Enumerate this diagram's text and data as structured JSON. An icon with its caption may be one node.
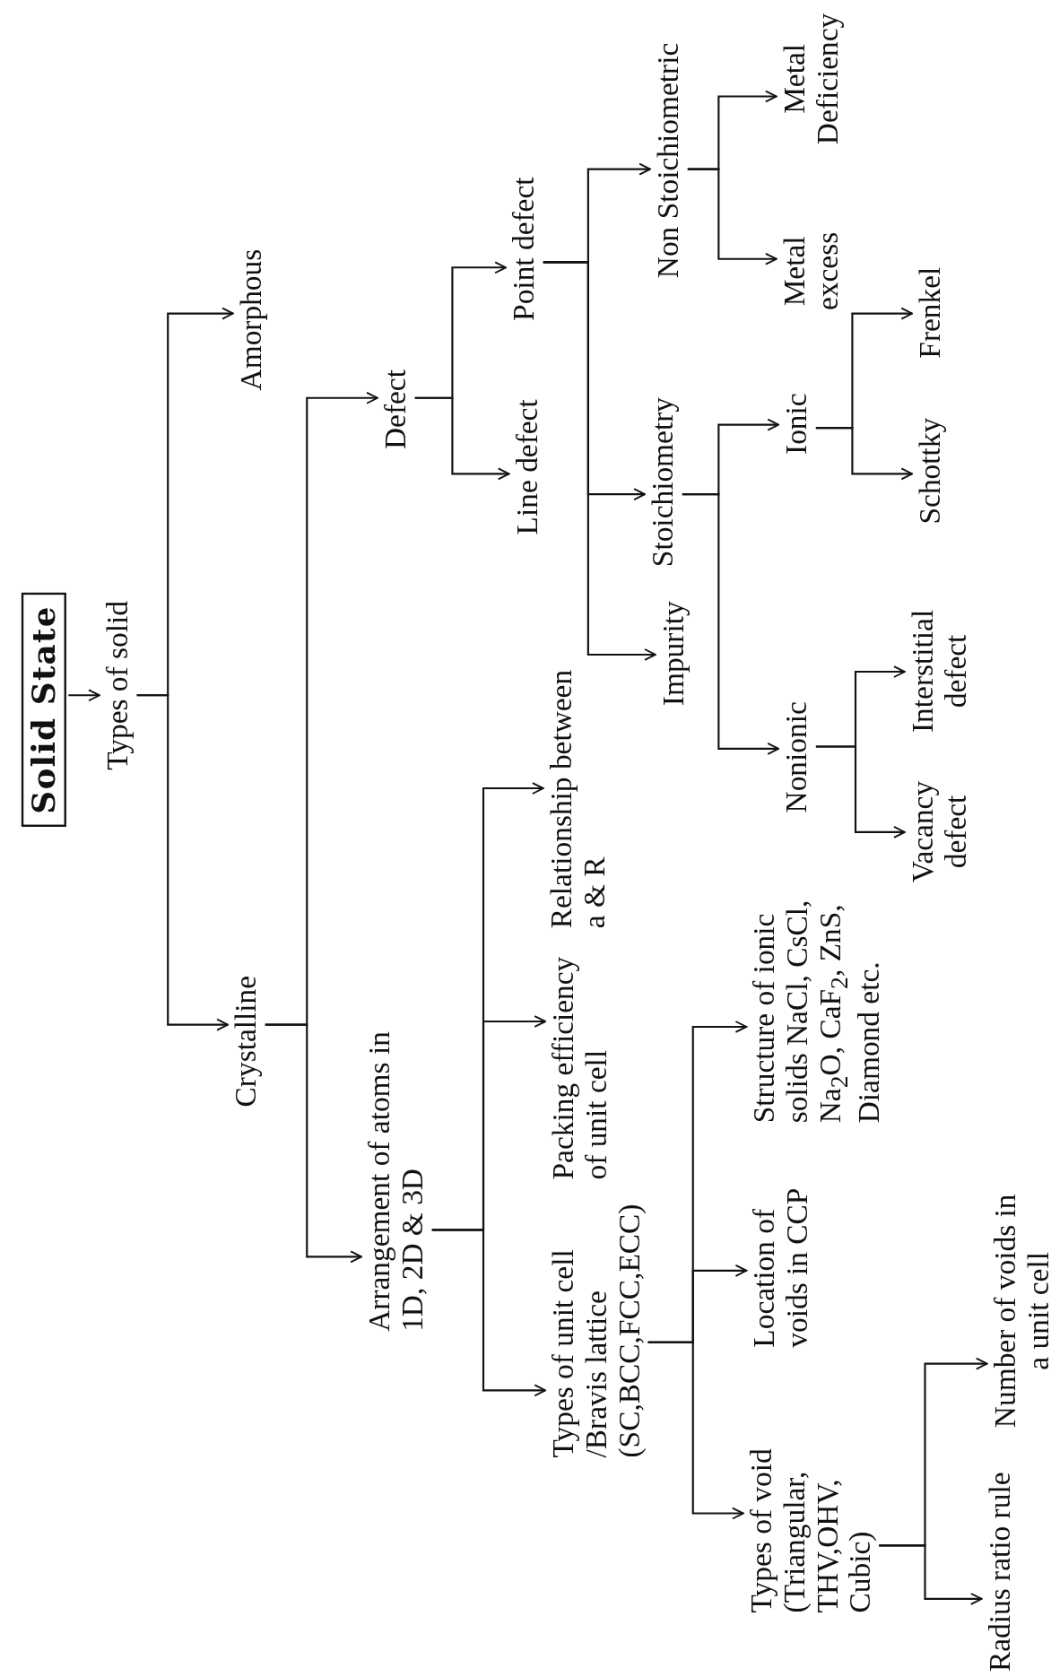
{
  "diagram": {
    "nodes": [
      {
        "text": [
          "Solid State"
        ]
      },
      {
        "text": [
          "Types of solid"
        ]
      },
      {
        "text": [
          "Crystalline"
        ]
      },
      {
        "text": [
          "Amorphous"
        ]
      },
      {
        "text": [
          "Arrangement of atoms in 1D, 2D & 3D"
        ]
      },
      {
        "text": [
          "Defect"
        ]
      },
      {
        "text": [
          "Types of unit cell /Bravis lattice (SC,BCC,FCC,ECC)"
        ]
      },
      {
        "text": [
          "Packing efficiency of unit cell"
        ]
      },
      {
        "text": [
          "Relationship between a & R"
        ]
      },
      {
        "text": [
          "Line defect"
        ]
      },
      {
        "text": [
          "Point defect"
        ]
      },
      {
        "text": [
          "Impurity"
        ]
      },
      {
        "text": [
          "Stoichiometry"
        ]
      },
      {
        "text": [
          "Non Stoichiometric"
        ]
      },
      {
        "text": [
          "Metal excess"
        ]
      },
      {
        "text": [
          "Metal Deficiency"
        ]
      },
      {
        "text": [
          "Nonionic"
        ]
      },
      {
        "text": [
          "Ionic"
        ]
      },
      {
        "text": [
          "Vacancy defect"
        ]
      },
      {
        "text": [
          "Interstitial defect"
        ]
      },
      {
        "text": [
          "Schottky"
        ]
      },
      {
        "text": [
          "Frenkel"
        ]
      },
      {
        "text": [
          "Structure of ionic solids NaCl, CsCl, Na$_{2}$O, CaF$_{2}$, ZnS, Diamond etc."
        ]
      },
      {
        "text": [
          "Types of void (Triangular, THV,OHV, Cubic)"
        ]
      },
      {
        "text": [
          "Location of voids in CCP"
        ]
      },
      {
        "text": [
          "Radius ratio rule"
        ]
      },
      {
        "text": [
          "Number of voids in a unit cell"
        ]
      }
    ],
    "edges": [
      {
        "from": 0,
        "to": 1,
        "arrow": "to"
      },
      {
        "from": 1,
        "to": 2,
        "arrow": "to"
      },
      {
        "from": 1,
        "to": 3,
        "arrow": "to"
      },
      {
        "from": 2,
        "to": 4,
        "arrow": "to"
      },
      {
        "from": 2,
        "to": 5,
        "arrow": "to"
      },
      {
        "from": 4,
        "to": 6,
        "arrow": "to"
      },
      {
        "from": 4,
        "to": 7,
        "arrow": "to"
      },
      {
        "from": 4,
        "to": 8,
        "arrow": "to"
      },
      {
        "from": 5,
        "to": 9,
        "arrow": "to"
      },
      {
        "from": 5,
        "to": 10,
        "arrow": "to"
      },
      {
        "from": 10,
        "to": 11,
        "arrow": "to"
      },
      {
        "from": 10,
        "to": 12,
        "arrow": "to"
      },
      {
        "from": 10,
        "to": 13,
        "arrow": "to"
      },
      {
        "from": 13,
        "to": 14,
        "arrow": "to"
      },
      {
        "from": 13,
        "to": 15,
        "arrow": "to"
      },
      {
        "from": 12,
        "to": 16,
        "arrow": "to"
      },
      {
        "from": 12,
        "to": 17,
        "arrow": "to"
      },
      {
        "from": 16,
        "to": 18,
        "arrow": "to"
      },
      {
        "from": 16,
        "to": 19,
        "arrow": "to"
      },
      {
        "from": 17,
        "to": 20,
        "arrow": "to"
      },
      {
        "from": 17,
        "to": 21,
        "arrow": "to"
      },
      {
        "from": 6,
        "to": 23,
        "arrow": "to"
      },
      {
        "from": 6,
        "to": 24,
        "arrow": "to"
      },
      {
        "from": 6,
        "to": 22,
        "arrow": "to"
      },
      {
        "from": 23,
        "to": 25,
        "arrow": "to"
      },
      {
        "from": 23,
        "to": 26,
        "arrow": "to"
      }
    ]
  }
}
